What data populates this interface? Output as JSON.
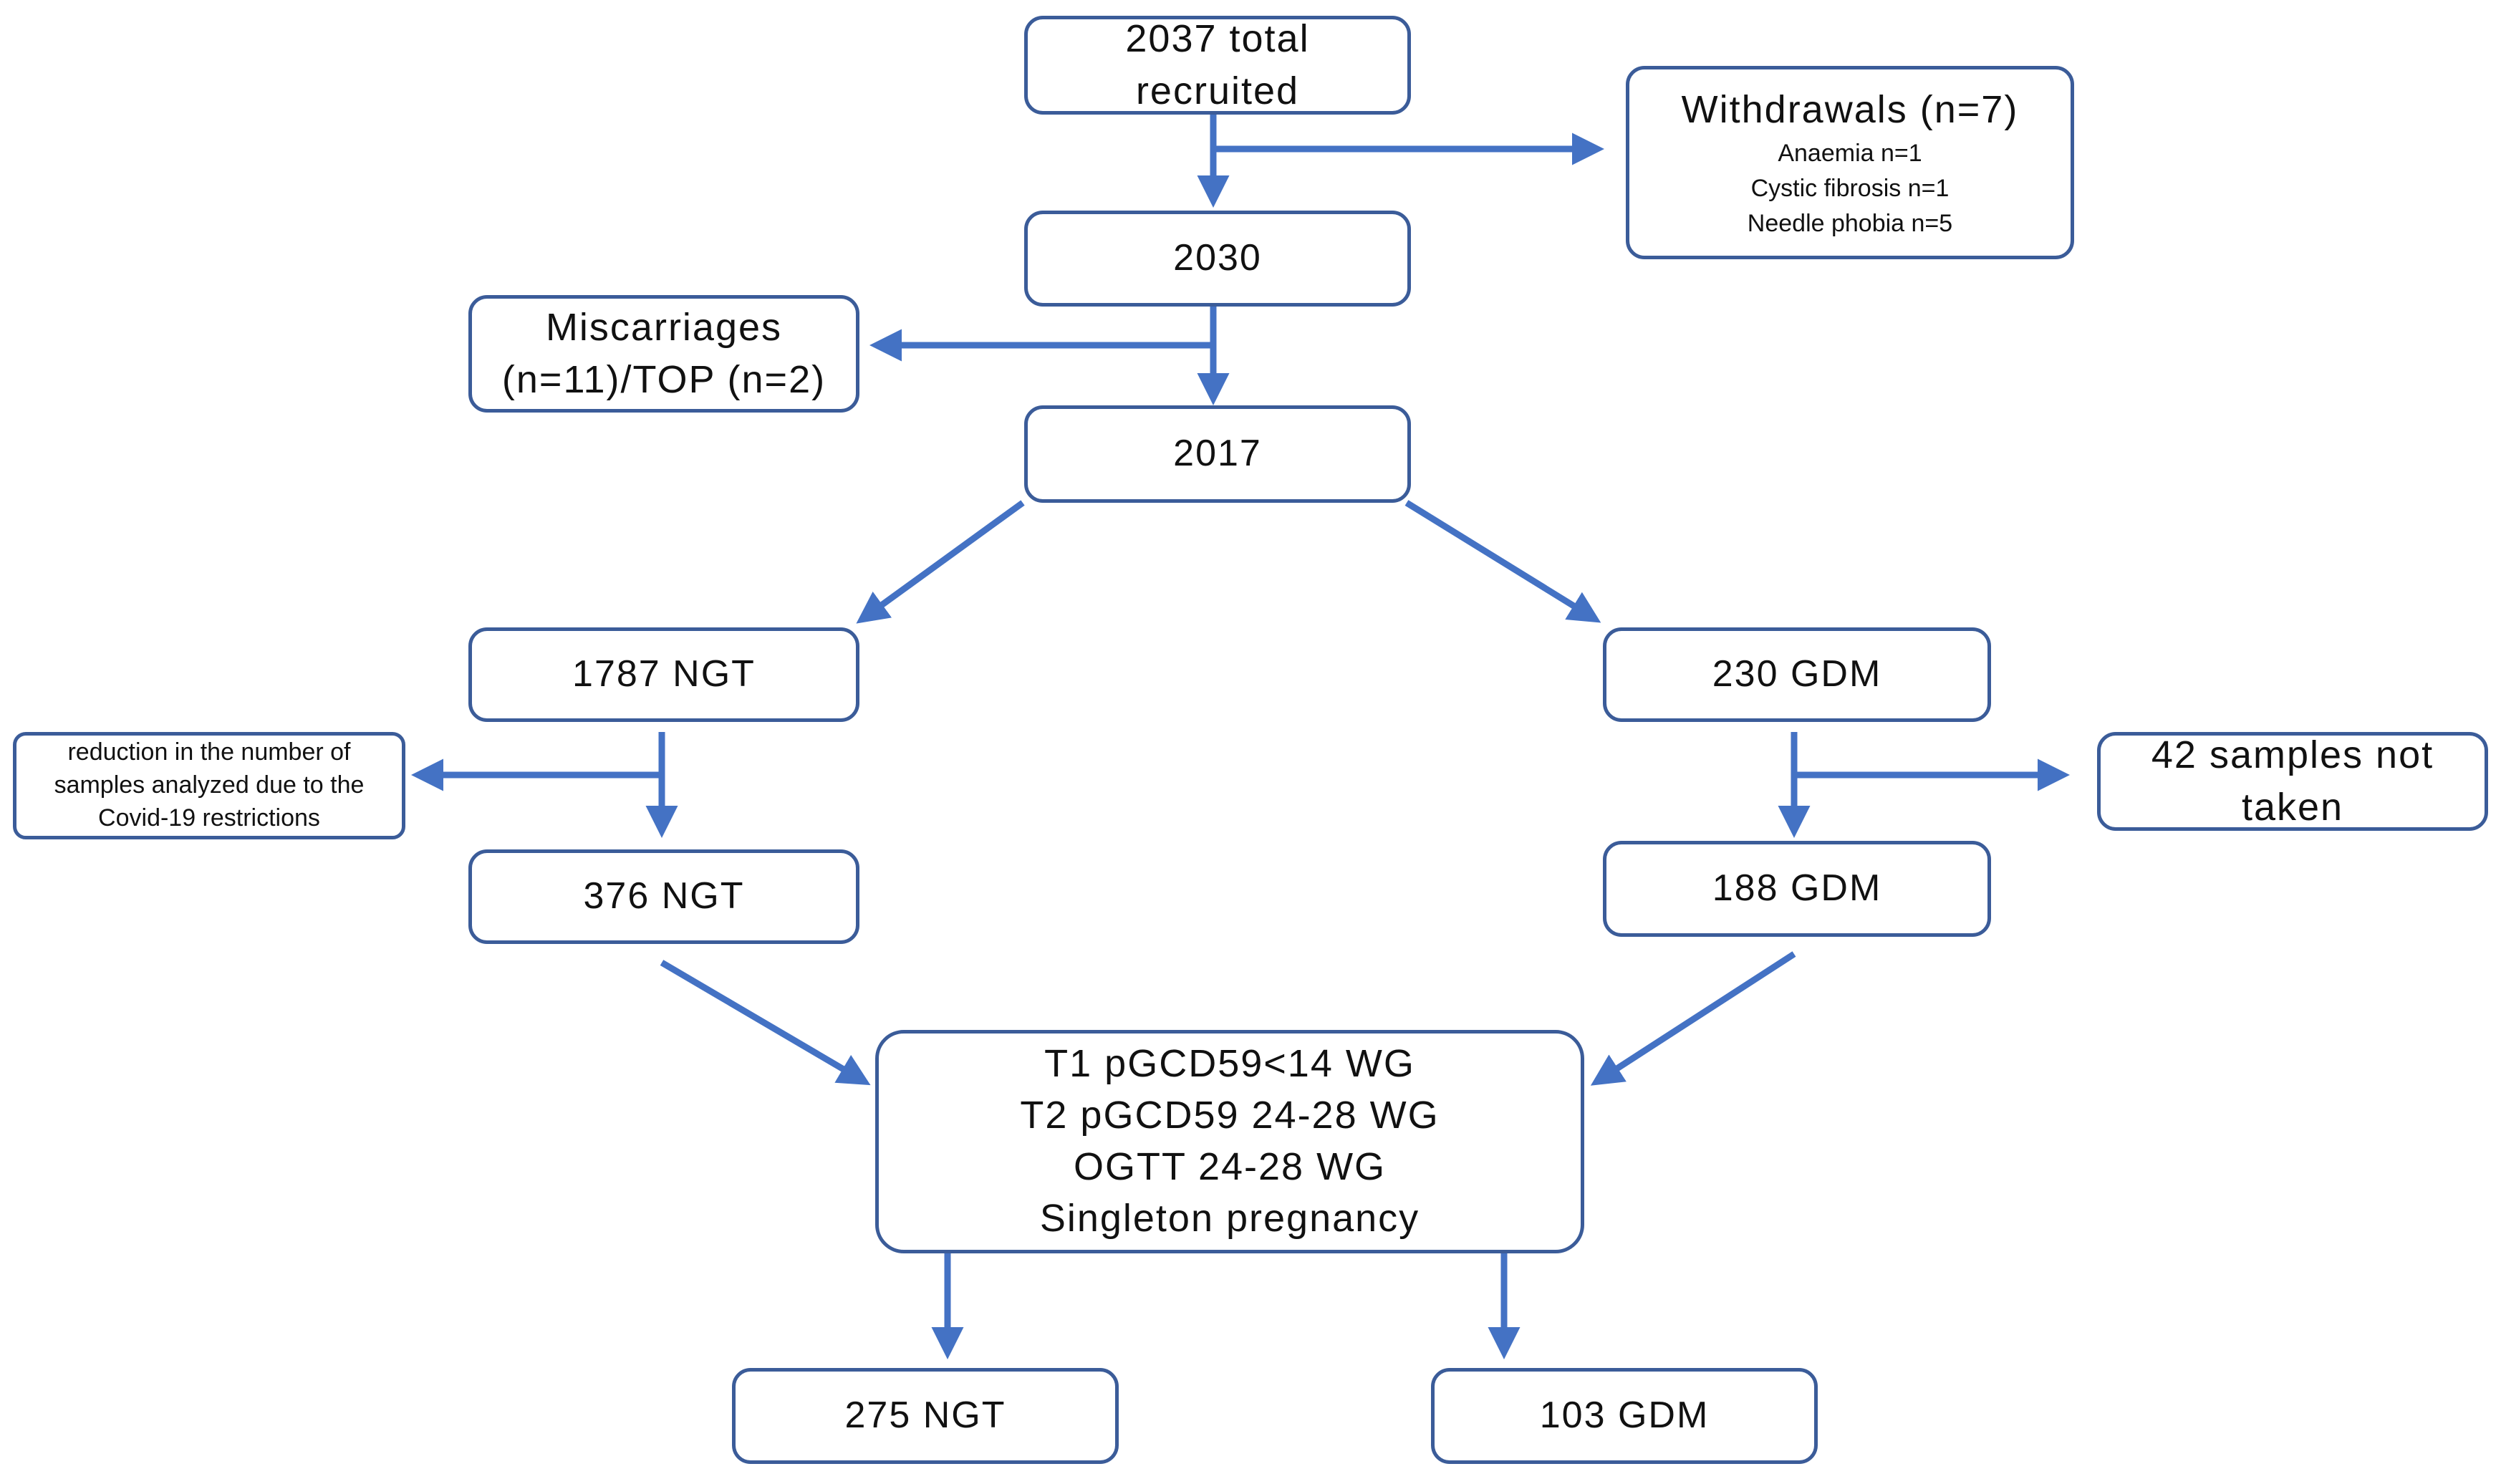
{
  "arrow_color": "#4472c4",
  "box_border_color": "#3b5c99",
  "boxes": {
    "total": {
      "line1": "2037 total",
      "line2": "recruited"
    },
    "withdrawals": {
      "title": "Withdrawals (n=7)",
      "r1": "Anaemia n=1",
      "r2": "Cystic fibrosis n=1",
      "r3": "Needle phobia n=5"
    },
    "n2030": {
      "label": "2030"
    },
    "miscarriages": {
      "line1": "Miscarriages",
      "line2": "(n=11)/TOP (n=2)"
    },
    "n2017": {
      "label": "2017"
    },
    "ngt1787": {
      "label": "1787 NGT"
    },
    "gdm230": {
      "label": "230 GDM"
    },
    "covid": {
      "line1": "reduction in the number of",
      "line2": "samples analyzed due to the",
      "line3": "Covid-19 restrictions"
    },
    "notTaken": {
      "line1": "42 samples not",
      "line2": "taken"
    },
    "ngt376": {
      "label": "376 NGT"
    },
    "gdm188": {
      "label": "188 GDM"
    },
    "criteria": {
      "c1": "T1 pGCD59<14 WG",
      "c2": "T2 pGCD59 24-28 WG",
      "c3": "OGTT 24-28 WG",
      "c4": "Singleton pregnancy"
    },
    "ngt275": {
      "label": "275 NGT"
    },
    "gdm103": {
      "label": "103 GDM"
    }
  }
}
